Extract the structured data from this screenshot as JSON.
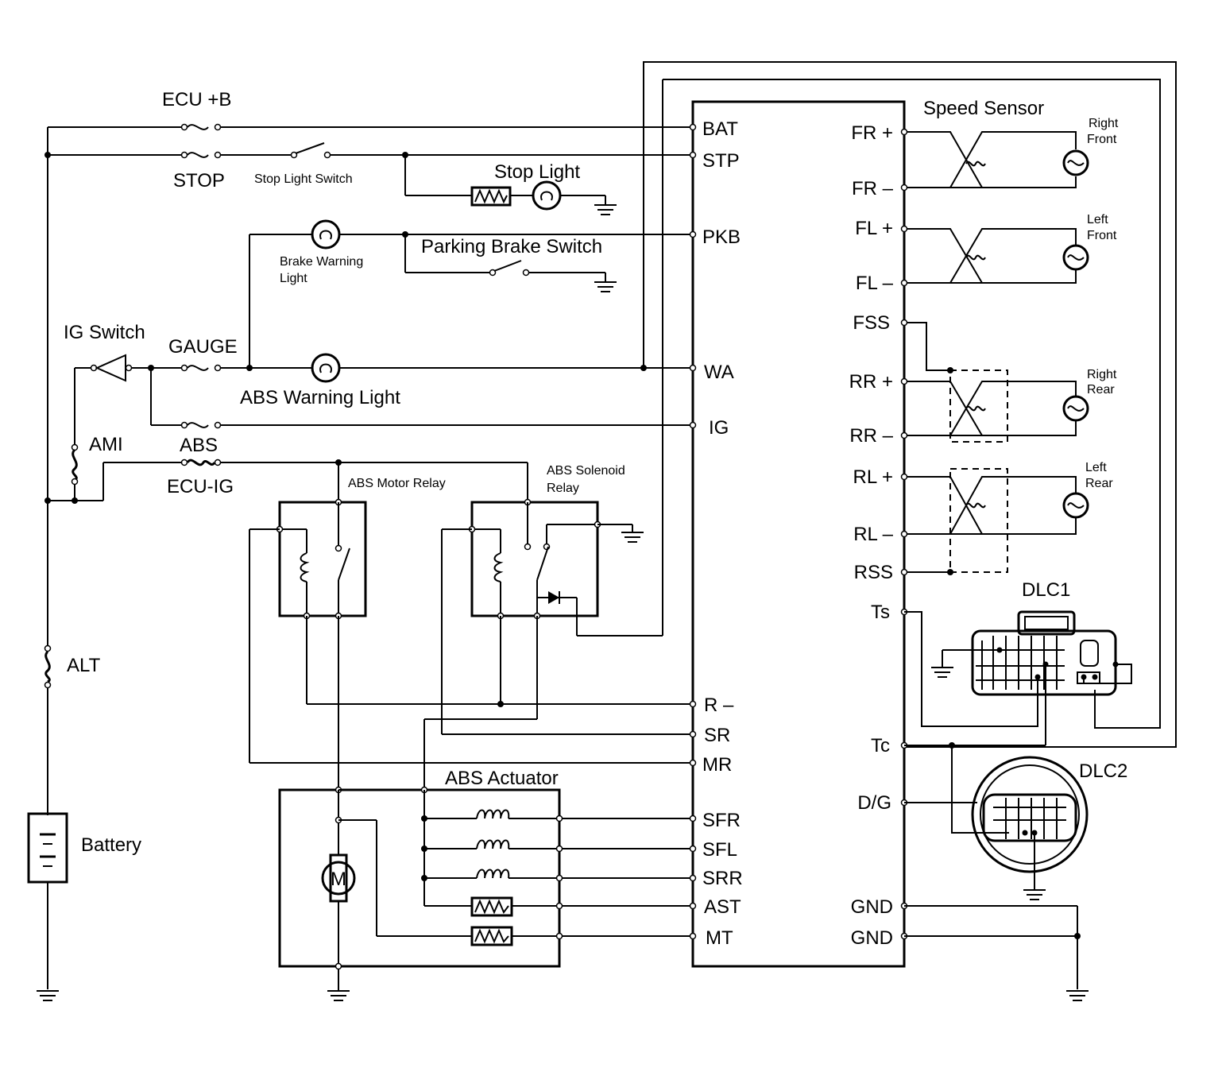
{
  "labels": {
    "ecu_b": "ECU +B",
    "stop": "STOP",
    "stop_light_switch": "Stop Light Switch",
    "stop_light": "Stop Light",
    "brake_warning_light": "Brake Warning",
    "brake_warning_light2": "Light",
    "parking_brake_switch": "Parking Brake Switch",
    "ig_switch": "IG Switch",
    "gauge": "GAUGE",
    "abs_warning_light": "ABS Warning Light",
    "ami": "AMI",
    "abs": "ABS",
    "ecu_ig": "ECU-IG",
    "abs_motor_relay": "ABS Motor Relay",
    "abs_solenoid_relay": "ABS Solenoid",
    "abs_solenoid_relay2": "Relay",
    "alt": "ALT",
    "battery": "Battery",
    "abs_actuator": "ABS Actuator",
    "speed_sensor": "Speed Sensor",
    "right_front": "Right",
    "right_front2": "Front",
    "left_front": "Left",
    "left_front2": "Front",
    "right_rear": "Right",
    "right_rear2": "Rear",
    "left_rear": "Left",
    "left_rear2": "Rear",
    "dlc1": "DLC1",
    "dlc2": "DLC2",
    "motor": "M"
  },
  "ecu_left_pins": [
    "BAT",
    "STP",
    "PKB",
    "WA",
    "IG",
    "R –",
    "SR",
    "MR",
    "SFR",
    "SFL",
    "SRR",
    "AST",
    "MT"
  ],
  "ecu_right_pins": [
    "FR +",
    "FR –",
    "FL +",
    "FL –",
    "FSS",
    "RR +",
    "RR –",
    "RL +",
    "RL –",
    "RSS",
    "Ts",
    "Tc",
    "D/G",
    "GND",
    "GND"
  ]
}
